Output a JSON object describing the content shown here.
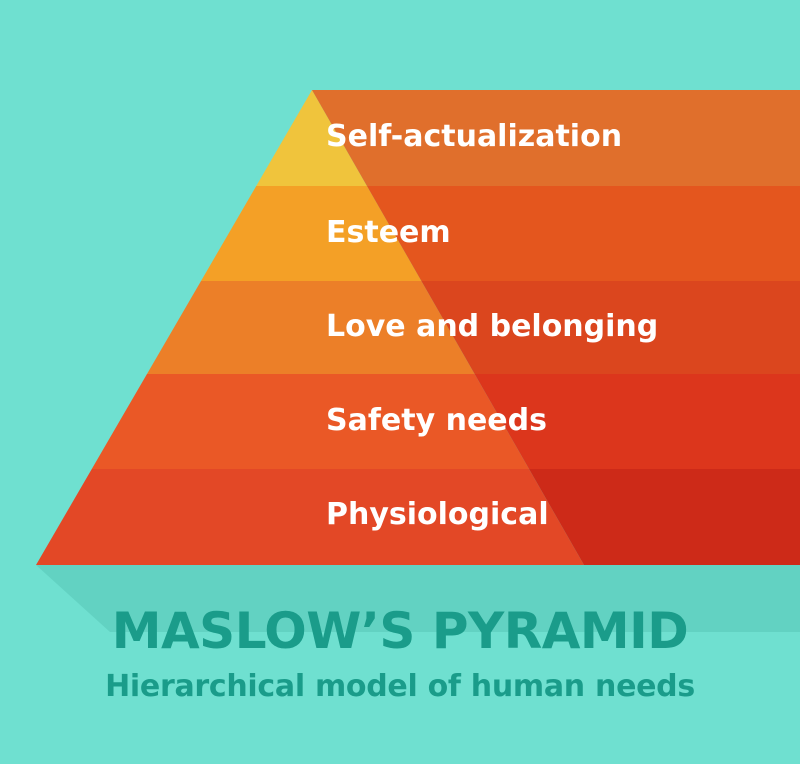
{
  "levels": [
    {
      "label": "Self-actualization",
      "front": "#f0c43c",
      "side": "#e06f2c"
    },
    {
      "label": "Esteem",
      "front": "#f4a026",
      "side": "#e4561e"
    },
    {
      "label": "Love and belonging",
      "front": "#ec7f28",
      "side": "#db461e"
    },
    {
      "label": "Safety needs",
      "front": "#ea5826",
      "side": "#dc361c"
    },
    {
      "label": "Physiological",
      "front": "#e34826",
      "side": "#cd2a18"
    }
  ],
  "title": "MASLOW’S PYRAMID",
  "subtitle": "Hierarchical model of human needs",
  "colors": {
    "background": "#6fe0d0",
    "title": "#1a9c8a"
  }
}
